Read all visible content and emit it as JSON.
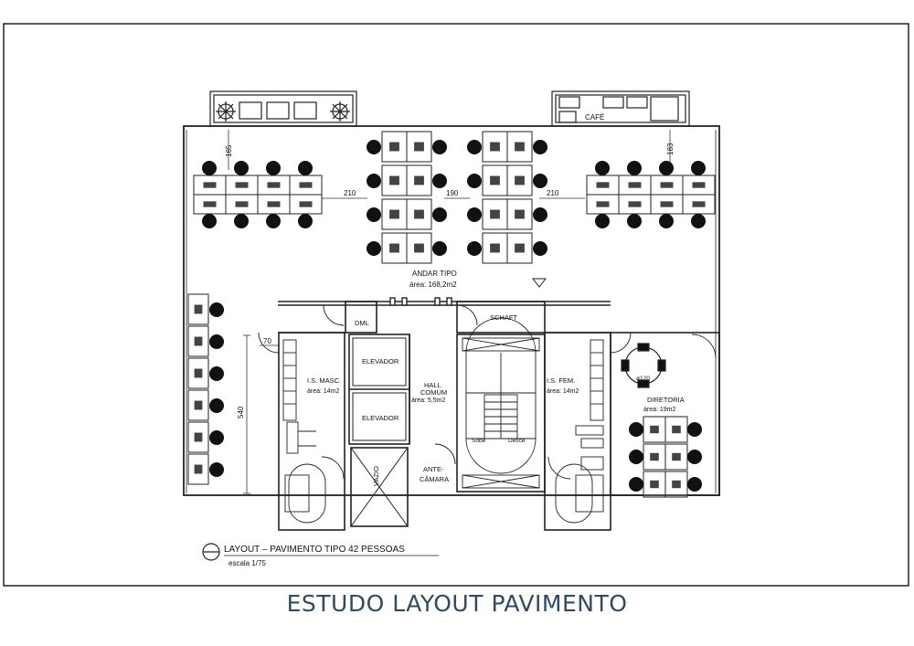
{
  "plan": {
    "cafe_label": "CAFÉ",
    "dimensions": {
      "d165": "165",
      "d183": "183",
      "d210_left": "210",
      "d190": "190",
      "d210_right": "210",
      "d70": "70",
      "d540": "540"
    },
    "rooms": {
      "andar_tipo": "ANDAR TIPO",
      "andar_tipo_area": "área: 168,2m2",
      "dml": "DML",
      "shaft": "SCHAFT",
      "elevador_1": "ELEVADOR",
      "elevador_2": "ELEVADOR",
      "hall": "HALL",
      "hall_2": "COMUM",
      "hall_area": "área: 5,5m2",
      "vazio": "VAZIO",
      "ante": "ANTE-",
      "camara": "CÂMARA",
      "is_masc": "I.S. MASC.",
      "is_masc_area": "área: 14m2",
      "is_fem": "I.S. FEM.",
      "is_fem_area": "área: 14m2",
      "diretoria": "DIRETORIA",
      "diretoria_area": "área: 19m2",
      "table_dim": "ø120",
      "sobe": "Sobe",
      "desce": "Desce"
    },
    "title": {
      "main": "LAYOUT  –  PAVIMENTO  TIPO  42  PESSOAS",
      "scale": "escala 1/75"
    }
  },
  "caption": "ESTUDO LAYOUT PAVIMENTO"
}
